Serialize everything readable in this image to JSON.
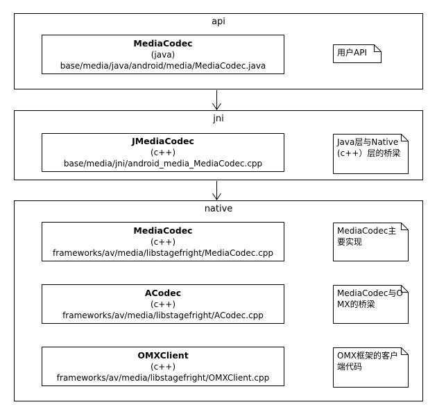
{
  "packages": [
    {
      "id": "api",
      "label": "api"
    },
    {
      "id": "jni",
      "label": "jni"
    },
    {
      "id": "native",
      "label": "native"
    }
  ],
  "components": [
    {
      "id": "mediacodec-java",
      "name": "MediaCodec",
      "lang": "(java)",
      "path": "base/media/java/android/media/MediaCodec.java"
    },
    {
      "id": "jmediacodec",
      "name": "JMediaCodec",
      "lang": "(c++)",
      "path": "base/media/jni/android_media_MediaCodec.cpp"
    },
    {
      "id": "mediacodec-native",
      "name": "MediaCodec",
      "lang": "(c++)",
      "path": "frameworks/av/media/libstagefright/MediaCodec.cpp"
    },
    {
      "id": "acodec",
      "name": "ACodec",
      "lang": "(c++)",
      "path": "frameworks/av/media/libstagefright/ACodec.cpp"
    },
    {
      "id": "omxclient",
      "name": "OMXClient",
      "lang": "(c++)",
      "path": "frameworks/av/media/libstagefright/OMXClient.cpp"
    }
  ],
  "notes": [
    {
      "id": "api-note",
      "text": "用户API"
    },
    {
      "id": "jni-note",
      "text": "Java层与Native(c++）层的桥梁"
    },
    {
      "id": "mediacodec-note",
      "text": "MediaCodec主要实现"
    },
    {
      "id": "acodec-note",
      "text": "MediaCodec与OMX的桥梁"
    },
    {
      "id": "omxclient-note",
      "text": "OMX框架的客户端代码"
    }
  ]
}
